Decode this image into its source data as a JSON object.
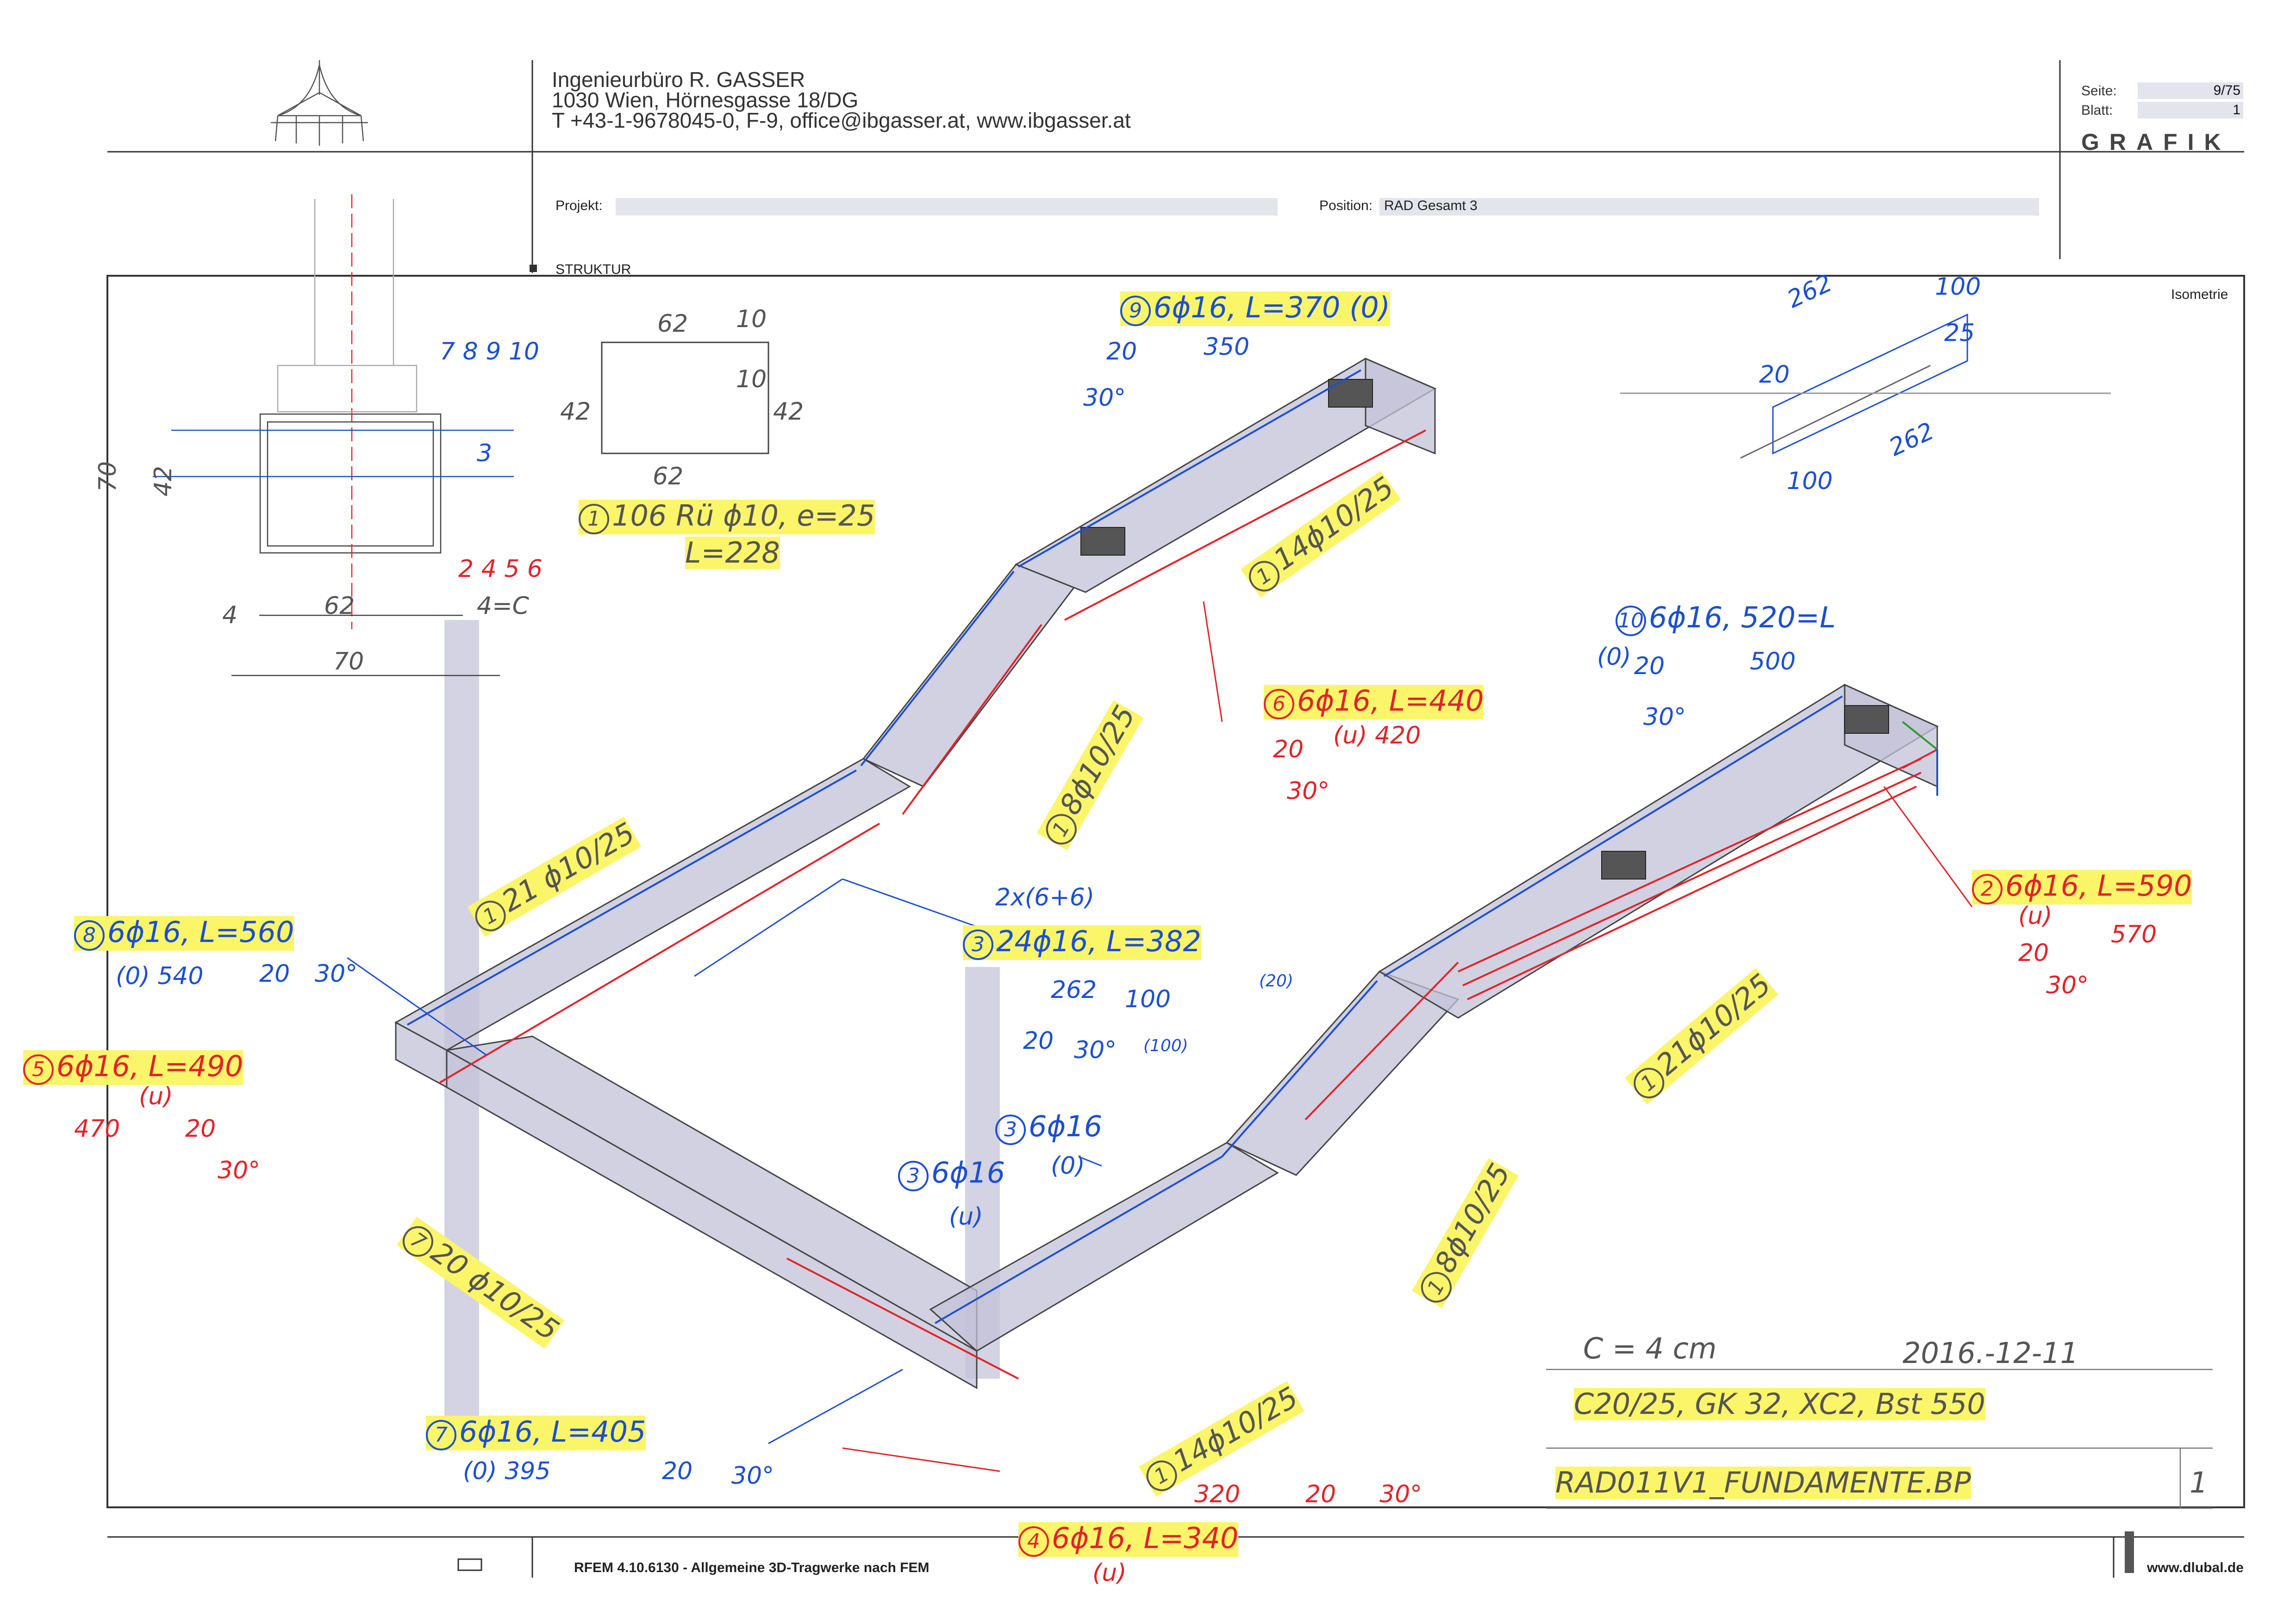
{
  "header": {
    "company": "Ingenieurbüro R. GASSER",
    "address": "1030 Wien, Hörnesgasse 18/DG",
    "contact": "T +43-1-9678045-0,  F-9,  office@ibgasser.at,  www.ibgasser.at",
    "seite_label": "Seite:",
    "seite_value": "9/75",
    "blatt_label": "Blatt:",
    "blatt_value": "1",
    "section": "GRAFIK",
    "projekt_label": "Projekt:",
    "position_label": "Position:",
    "position_value": "RAD Gesamt 3",
    "struktur_label": "STRUKTUR",
    "view_label": "Isometrie"
  },
  "footer": {
    "software": "RFEM 4.10.6130 - Allgemeine 3D-Tragwerke nach FEM",
    "website": "www.dlubal.de"
  },
  "annotations": {
    "n9": "9",
    "n9_text": "6ϕ16, L=370  (0)",
    "n9_dim_a": "20",
    "n9_dim_b": "350",
    "n9_angle": "30°",
    "n1a": "1",
    "n1a_text": "106 Rü ϕ10, e=25",
    "n1a_len": "L=228",
    "n1b": "1",
    "n1b_text": "14ϕ10/25",
    "n6": "6",
    "n6_text": "6ϕ16, L=440",
    "n6_sub": "(u)  420",
    "n6_dim": "20",
    "n6_angle": "30°",
    "n10": "10",
    "n10_text": "6ϕ16, 520=L",
    "n10_sub": "(0)",
    "n10_dim_a": "20",
    "n10_dim_b": "500",
    "n10_angle": "30°",
    "n1c": "1",
    "n1c_text": "8ϕ10/25",
    "n1d": "1",
    "n1d_text": "21 ϕ10/25",
    "n2": "2",
    "n2_text": "6ϕ16, L=590",
    "n2_sub": "(u)",
    "n2_dim_a": "570",
    "n2_dim_b": "20",
    "n2_angle": "30°",
    "n8": "8",
    "n8_text": "6ϕ16, L=560",
    "n8_sub": "(0)  540",
    "n8_dim": "20",
    "n8_angle": "30°",
    "n3a": "3",
    "n3a_text": "24ϕ16, L=382",
    "n3a_pre": "2x(6+6)",
    "n3a_dim_a": "262",
    "n3a_dim_b": "100",
    "n3a_dim_c": "20",
    "n3a_angle": "30°",
    "n3a_dim_d": "(100)",
    "n3a_dim_e": "(20)",
    "n5": "5",
    "n5_text": "6ϕ16, L=490",
    "n5_sub": "(u)",
    "n5_dim_a": "470",
    "n5_dim_b": "20",
    "n5_angle": "30°",
    "n1e": "1",
    "n1e_text": "21ϕ10/25",
    "n3b": "3",
    "n3b_text": "6ϕ16",
    "n3b_sub": "(0)",
    "n3c": "3",
    "n3c_text": "6ϕ16",
    "n3c_sub": "(u)",
    "n7a": "7",
    "n7a_text": "20 ϕ10/25",
    "n1f": "1",
    "n1f_text": "8ϕ10/25",
    "n1g": "1",
    "n1g_text": "14ϕ10/25",
    "n7b": "7",
    "n7b_text": "6ϕ16, L=405",
    "n7b_sub": "(0)  395",
    "n7b_dim": "20",
    "n7b_angle": "30°",
    "n4": "4",
    "n4_text": "6ϕ16, L=340",
    "n4_sub": "(u)",
    "n4_dim_a": "320",
    "n4_dim_b": "20",
    "n4_angle": "30°",
    "section_nums_blue": "7 8 9 10",
    "section_num_3": "3",
    "section_nums_red": "2 4 5 6",
    "dim_62_top": "62",
    "dim_10_top": "10",
    "dim_42_l": "42",
    "dim_42_r": "42",
    "dim_10_r": "10",
    "dim_62_bot": "62",
    "sec_dim_62": "62",
    "sec_dim_70": "70",
    "sec_dim_4": "4",
    "sec_dim_4c": "4=C",
    "sec_dim_70v": "70",
    "sec_dim_42v": "42",
    "iso_262a": "262",
    "iso_100a": "100",
    "iso_20": "20",
    "iso_262b": "262",
    "iso_100b": "100",
    "iso_25": "25",
    "c_cover": "C = 4 cm",
    "date": "2016.-12-11",
    "material": "C20/25, GK 32, XC2, Bst 550",
    "plan_name": "RAD011V1_FUNDAMENTE.BP",
    "plan_sheet": "1"
  },
  "colors": {
    "blue_ink": "#1d4fd0",
    "red_ink": "#e0242a",
    "highlight": "#fbf56a",
    "concrete": "#c9c8dc"
  }
}
